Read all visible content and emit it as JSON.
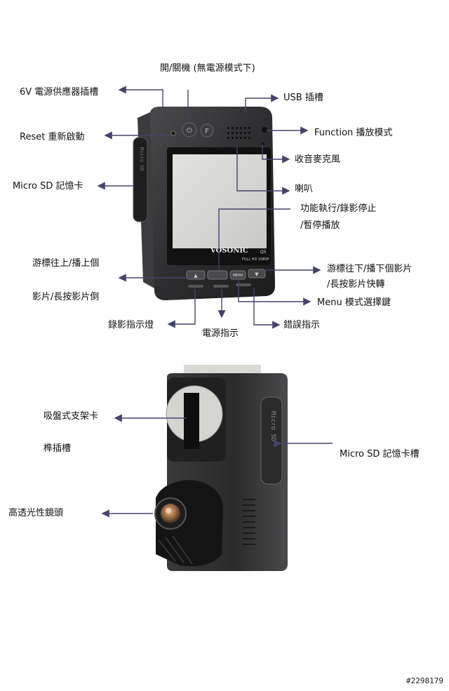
{
  "device": {
    "brand": "VOSONIC",
    "model": "Q5",
    "spec": "FULL HD 1080P",
    "buttons": {
      "power": "⏻",
      "function": "F",
      "up": "▲",
      "menu": "MENU",
      "down": "▼"
    },
    "side_sd_text": "Micro SD"
  },
  "labels": {
    "power": "開/關機 (無電源模式下)",
    "dc_in": "6V 電源供應器插槽",
    "usb": "USB  插槽",
    "reset": "Reset  重新啟動",
    "function": "Function  播放模式",
    "mic": "收音麥克風",
    "microsd": "Micro SD  記憶卡",
    "speaker": "喇叭",
    "ok_line1": "功能執行/錄影停止",
    "ok_line2": "/暫停播放",
    "up_line1": "游標往上/播上個",
    "up_line2": "影片/長按影片倒",
    "down_line1": "游標往下/播下個影片",
    "down_line2": "/長按影片快轉",
    "menu": "Menu  模式選擇鍵",
    "rec_led": "錄影指示燈",
    "power_led": "電源指示",
    "error_led": "錯誤指示",
    "mount_line1": "吸盤式支架卡",
    "mount_line2": "榫插槽",
    "sd_slot": "Micro SD  記憶卡槽",
    "lens": "高透光性鏡頭"
  },
  "watermark": "#2298179",
  "colors": {
    "arrow": "#44446a",
    "body": "#2c2c2e",
    "screen": "#d9d9d6"
  }
}
